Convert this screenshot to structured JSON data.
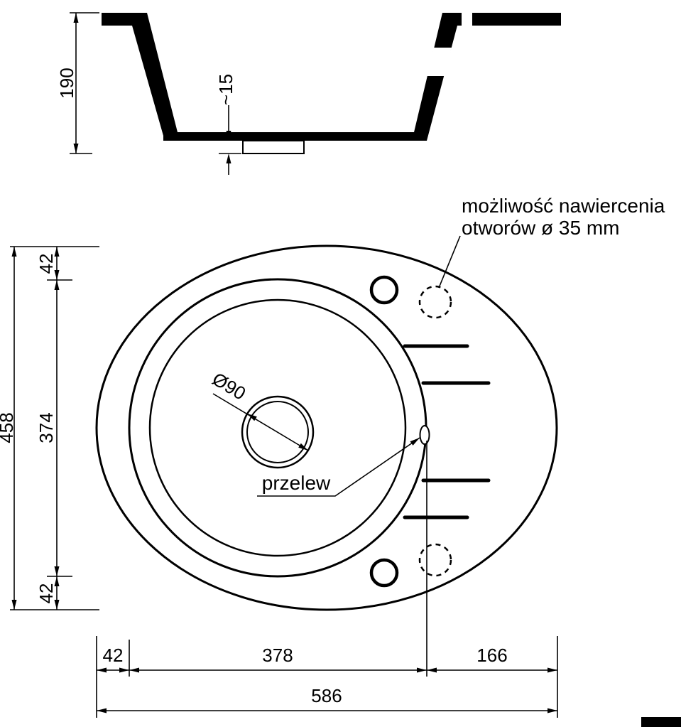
{
  "section_view": {
    "depth_label": "190",
    "recess_label": "~15"
  },
  "plan_view": {
    "note_line1": "możliwość nawiercenia",
    "note_line2": "otworów ø 35 mm",
    "drain_label": "Ø90",
    "overflow_label": "przelew"
  },
  "dimensions": {
    "overall_height": "458",
    "top_offset": "42",
    "bowl_height": "374",
    "bottom_offset": "42",
    "left_offset": "42",
    "bowl_width": "378",
    "drainer_width": "166",
    "overall_width": "586"
  }
}
